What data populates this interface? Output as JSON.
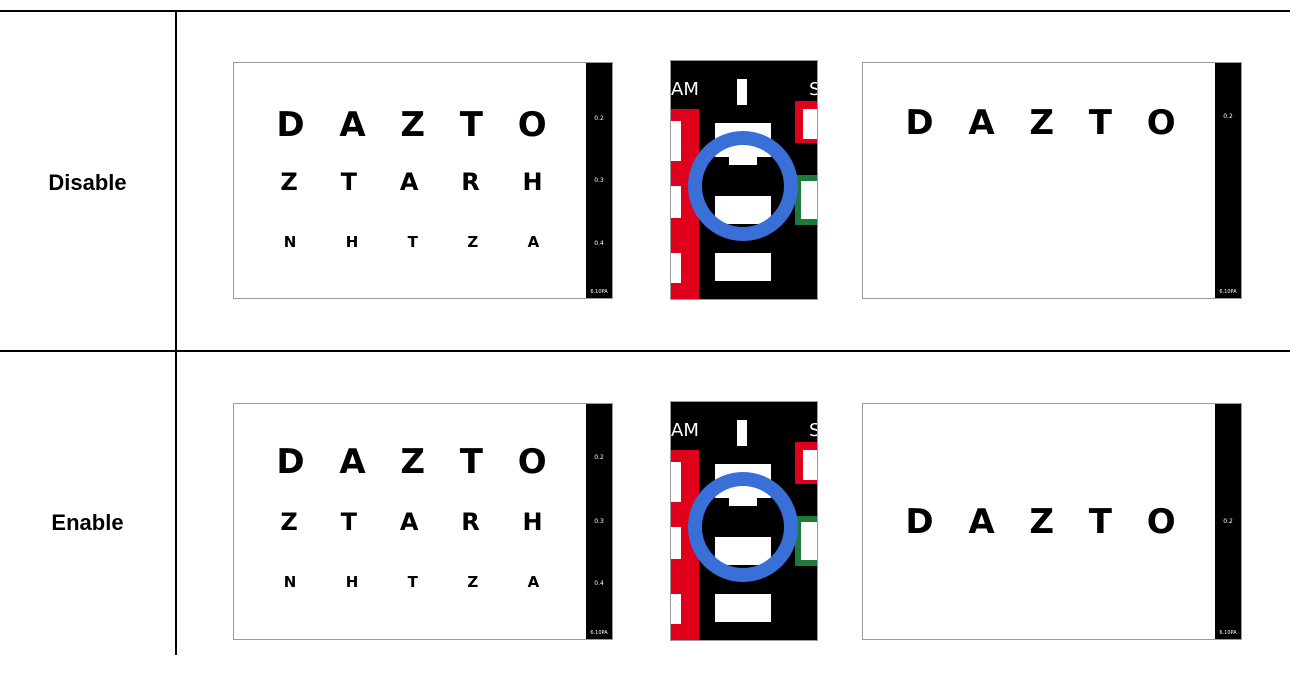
{
  "rows": [
    {
      "label": "Disable",
      "chart_left": {
        "letter_rows": [
          [
            "D",
            "A",
            "Z",
            "T",
            "O"
          ],
          [
            "Z",
            "T",
            "A",
            "R",
            "H"
          ],
          [
            "N",
            "H",
            "T",
            "Z",
            "A"
          ]
        ],
        "scale": [
          "0.2",
          "0.3",
          "0.4",
          "6.10PA"
        ]
      },
      "magnifier": {
        "text_left": "AM",
        "text_right": "S"
      },
      "chart_right": {
        "letter_rows": [
          [
            "D",
            "A",
            "Z",
            "T",
            "O"
          ]
        ],
        "scale": [
          "0.2",
          "6.10PA"
        ]
      }
    },
    {
      "label": "Enable",
      "chart_left": {
        "letter_rows": [
          [
            "D",
            "A",
            "Z",
            "T",
            "O"
          ],
          [
            "Z",
            "T",
            "A",
            "R",
            "H"
          ],
          [
            "N",
            "H",
            "T",
            "Z",
            "A"
          ]
        ],
        "scale": [
          "0.2",
          "0.3",
          "0.4",
          "6.10PA"
        ]
      },
      "magnifier": {
        "text_left": "AM",
        "text_right": "S"
      },
      "chart_right": {
        "letter_rows": [
          [
            "D",
            "A",
            "Z",
            "T",
            "O"
          ]
        ],
        "scale": [
          "0.2",
          "6.10PA"
        ]
      }
    }
  ],
  "colors": {
    "ring": "#3a6fd8",
    "red": "#e0001b",
    "green": "#1e7a3a"
  }
}
